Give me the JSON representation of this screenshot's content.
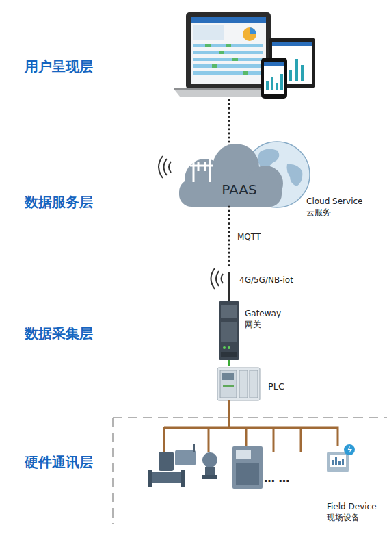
{
  "diagram": {
    "nodes": [
      {
        "text": [
          "PAAS",
          "Cloud Service 云服务"
        ]
      },
      {
        "text": [
          "Gateway 网关"
        ]
      },
      {
        "text": [
          "PLC"
        ]
      },
      {
        "text": [
          "Field Device 现场设备"
        ]
      }
    ],
    "edges": [
      {
        "from": 0,
        "to": 1,
        "arrow": "none",
        "label": "MQTT"
      },
      {
        "from": 1,
        "to": 2,
        "arrow": "none"
      },
      {
        "from": 2,
        "to": 3,
        "arrow": "none"
      }
    ],
    "labels": [
      "用户呈现层",
      "数据服务层",
      "数据采集层",
      "硬件通讯层",
      "4G/5G/NB-iot",
      "… …"
    ]
  }
}
